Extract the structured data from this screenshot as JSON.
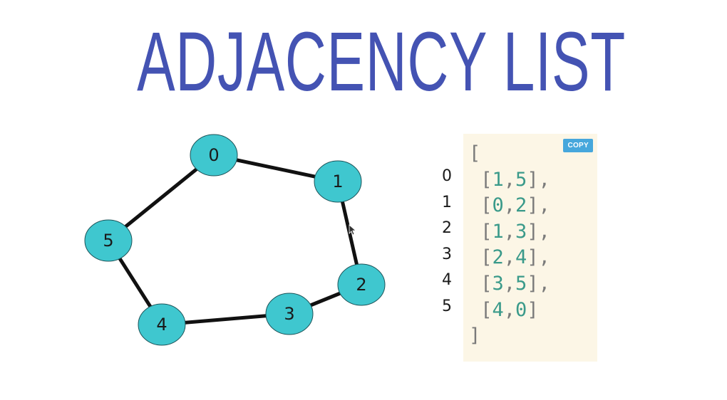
{
  "title": "ADJACENCY LIST",
  "copy_label": "COPY",
  "colors": {
    "title": "#4453b3",
    "node_fill": "#3fc7cf",
    "edge": "#111111",
    "code_bg": "#fcf6e6",
    "code_number": "#3a9a8a",
    "code_punct": "#7a7a7a",
    "copy_button": "#46a7dc"
  },
  "graph": {
    "nodes": [
      {
        "id": "0",
        "label": "0"
      },
      {
        "id": "1",
        "label": "1"
      },
      {
        "id": "2",
        "label": "2"
      },
      {
        "id": "3",
        "label": "3"
      },
      {
        "id": "4",
        "label": "4"
      },
      {
        "id": "5",
        "label": "5"
      }
    ],
    "edges": [
      [
        "0",
        "1"
      ],
      [
        "1",
        "2"
      ],
      [
        "2",
        "3"
      ],
      [
        "3",
        "4"
      ],
      [
        "4",
        "5"
      ],
      [
        "5",
        "0"
      ]
    ]
  },
  "adjacency": {
    "open": "[",
    "close": "]",
    "rows": [
      {
        "index": "0",
        "neighbors": [
          "1",
          "5"
        ],
        "trailing": ","
      },
      {
        "index": "1",
        "neighbors": [
          "0",
          "2"
        ],
        "trailing": ","
      },
      {
        "index": "2",
        "neighbors": [
          "1",
          "3"
        ],
        "trailing": ","
      },
      {
        "index": "3",
        "neighbors": [
          "2",
          "4"
        ],
        "trailing": ","
      },
      {
        "index": "4",
        "neighbors": [
          "3",
          "5"
        ],
        "trailing": ","
      },
      {
        "index": "5",
        "neighbors": [
          "4",
          "0"
        ],
        "trailing": ""
      }
    ]
  }
}
